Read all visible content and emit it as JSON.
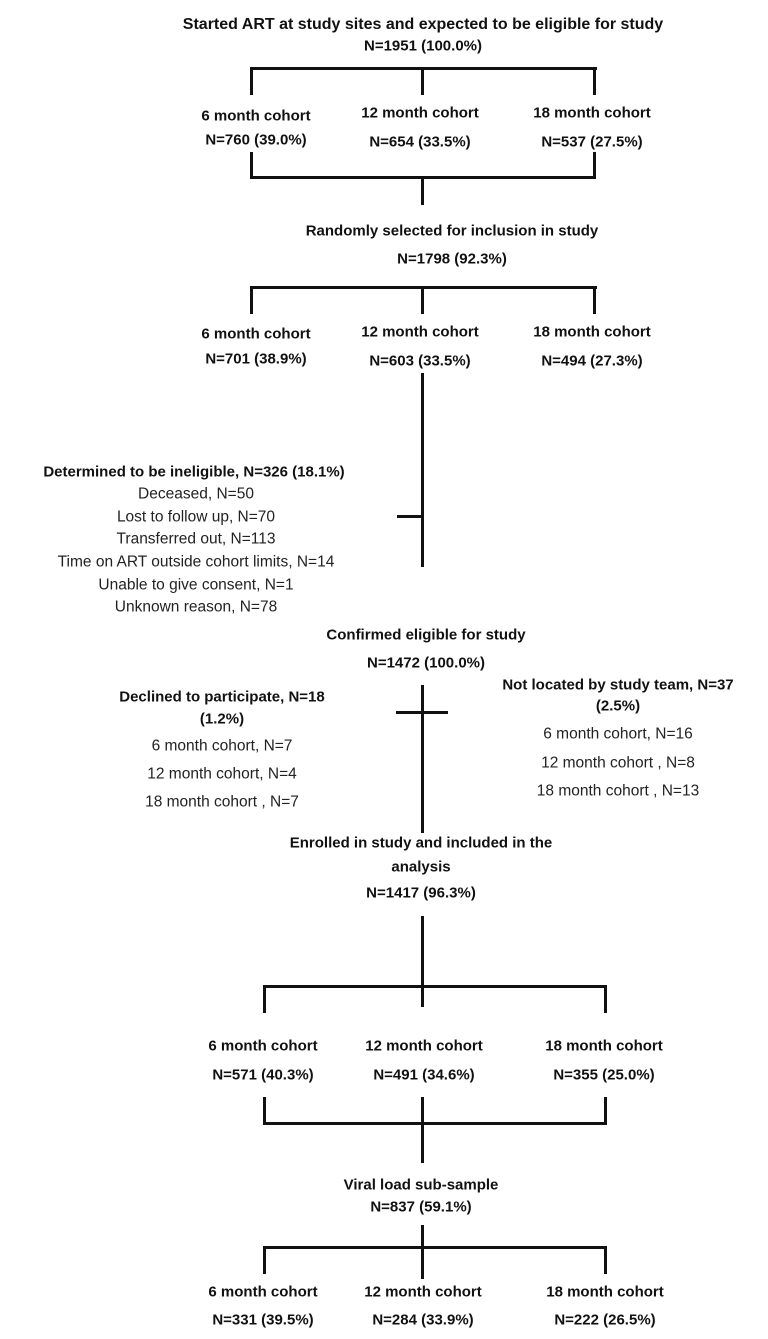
{
  "stage1": {
    "title": "Started ART at study sites and expected to be eligible for study",
    "count": "N=1951 (100.0%)",
    "cohorts": [
      {
        "label": "6 month cohort",
        "count": "N=760 (39.0%)"
      },
      {
        "label": "12 month cohort",
        "count": "N=654 (33.5%)"
      },
      {
        "label": "18 month cohort",
        "count": "N=537 (27.5%)"
      }
    ]
  },
  "stage2": {
    "title": "Randomly selected  for inclusion in study",
    "count": "N=1798 (92.3%)",
    "cohorts": [
      {
        "label": "6 month cohort",
        "count": "N=701 (38.9%)"
      },
      {
        "label": "12 month cohort",
        "count": "N=603 (33.5%)"
      },
      {
        "label": "18 month cohort",
        "count": "N=494 (27.3%)"
      }
    ]
  },
  "ineligible": {
    "title": "Determined to be ineligible, N=326 (18.1%)",
    "reasons": [
      "Deceased, N=50",
      "Lost to follow up, N=70",
      "Transferred out, N=113",
      "Time on ART outside cohort limits, N=14",
      "Unable to give consent, N=1",
      "Unknown reason, N=78"
    ]
  },
  "confirmed": {
    "title": "Confirmed eligible for study",
    "count": "N=1472 (100.0%)"
  },
  "declined": {
    "title": "Declined to participate,  N=18",
    "pct": "(1.2%)",
    "items": [
      "6 month cohort, N=7",
      "12 month cohort, N=4",
      "18 month cohort , N=7"
    ]
  },
  "not_located": {
    "title": "Not located by study team,  N=37",
    "pct": "(2.5%)",
    "items": [
      "6 month cohort,  N=16",
      "12 month cohort , N=8",
      "18 month cohort , N=13"
    ]
  },
  "enrolled": {
    "title_line1": "Enrolled in study and included in the",
    "title_line2": "analysis",
    "count": "N=1417 (96.3%)",
    "cohorts": [
      {
        "label": "6 month cohort",
        "count": "N=571 (40.3%)"
      },
      {
        "label": "12 month cohort",
        "count": "N=491 (34.6%)"
      },
      {
        "label": "18 month cohort",
        "count": "N=355 (25.0%)"
      }
    ]
  },
  "viral_load": {
    "title": "Viral load sub-sample",
    "count": "N=837 (59.1%)",
    "cohorts": [
      {
        "label": "6 month cohort",
        "count": "N=331 (39.5%)"
      },
      {
        "label": "12 month cohort",
        "count": "N=284 (33.9%)"
      },
      {
        "label": "18 month cohort",
        "count": "N=222 (26.5%)"
      }
    ]
  }
}
